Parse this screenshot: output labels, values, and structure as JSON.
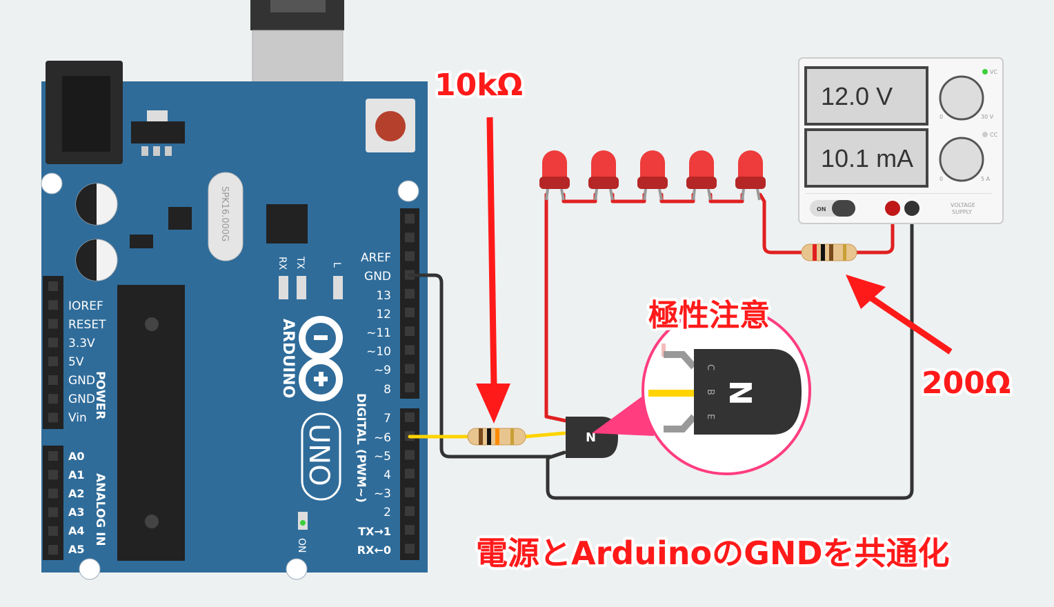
{
  "annotations": {
    "r_base": "10kΩ",
    "r_led": "200Ω",
    "polarity": "極性注意",
    "common_gnd": "電源とArduinoのGNDを共通化"
  },
  "arduino": {
    "brand": "ARDUINO",
    "model": "UNO",
    "crystal": "SPK16.000G",
    "led_rx": "RX",
    "led_tx": "TX",
    "led_l": "L",
    "on_label": "ON",
    "power_header_title": "POWER",
    "analog_header_title": "ANALOG IN",
    "digital_header_title": "DIGITAL (PWM~)",
    "power_pins": [
      "IOREF",
      "RESET",
      "3.3V",
      "5V",
      "GND",
      "GND",
      "Vin"
    ],
    "analog_pins": [
      "A0",
      "A1",
      "A2",
      "A3",
      "A4",
      "A5"
    ],
    "digital_top": [
      "AREF",
      "GND",
      "13",
      "12",
      "~11",
      "~10",
      "~9",
      "8"
    ],
    "digital_bottom": [
      "7",
      "~6",
      "~5",
      "4",
      "~3",
      "2",
      "TX→1",
      "RX←0"
    ]
  },
  "power_supply": {
    "voltage_display": "12.0 V",
    "current_display": "10.1 mA",
    "cv_label": "VC",
    "cc_label": "CC",
    "knob1_min": "0",
    "knob1_max": "30 V",
    "knob2_min": "0",
    "knob2_max": "5 A",
    "on_label": "ON",
    "brand_line1": "VOLTAGE",
    "brand_line2": "SUPPLY"
  },
  "transistor": {
    "type_letter": "N",
    "pin_c": "C",
    "pin_b": "B",
    "pin_e": "E"
  },
  "colors": {
    "board": "#2f6c9a",
    "wire_red": "#e02020",
    "wire_black": "#333333",
    "wire_yellow": "#ffd400",
    "annotation": "#ff1a1a",
    "zoom_ring": "#ff3d7f"
  },
  "led_count": 5
}
